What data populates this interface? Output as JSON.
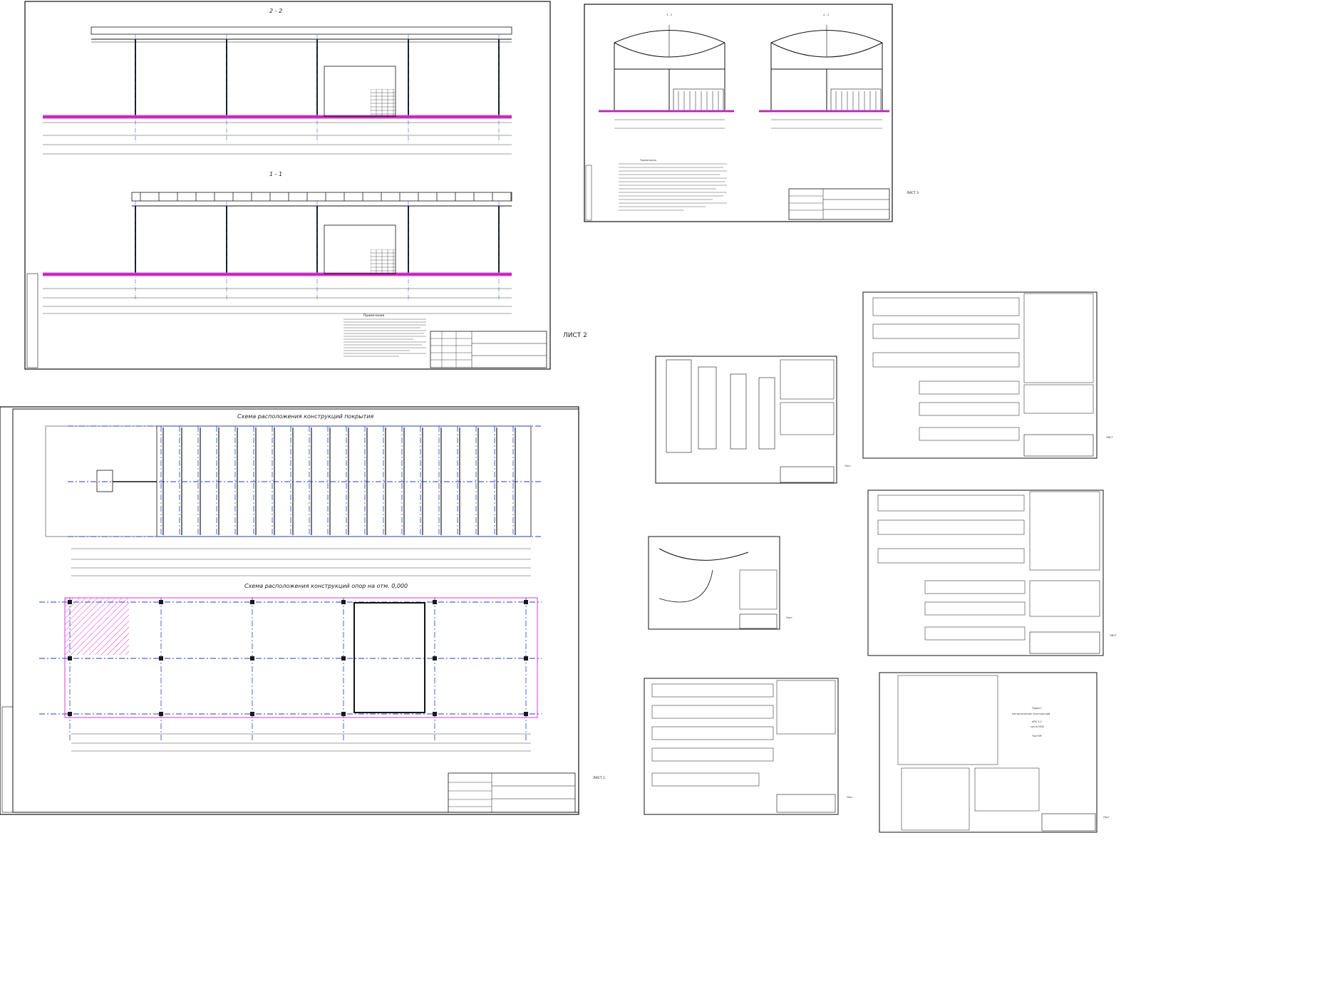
{
  "colors": {
    "line": "#1a1a1a",
    "axis": "#1f3fcc",
    "ground": "#e03ad8",
    "accent_red": "#d42020",
    "paper": "#ffffff"
  },
  "sheets": {
    "s1": {
      "label": "ЛИСТ 2",
      "title_a": "2 - 2",
      "title_b": "1 - 1",
      "notes_title": "Примечания"
    },
    "s2": {
      "label": "ЛИСТ 3",
      "title_a": "3 - 3",
      "title_b": "4 - 4",
      "notes_title": "Примечания"
    },
    "s3": {
      "label": "ЛИСТ 1",
      "title_a": "Схема расположения конструкций покрытия",
      "title_b": "Схема расположения конструкций опор на отм. 0,000"
    },
    "s4": {
      "label": "Лист"
    },
    "s5": {
      "label": "ЛИСТ"
    },
    "s6": {
      "label": "Лист"
    },
    "s7": {
      "label": "ЛИСТ"
    },
    "s8": {
      "label": "Лист"
    },
    "s9": {
      "label": "Лист"
    },
    "s10": {
      "title_1": "Проект",
      "title_2": "металлических конструкций",
      "title_3": "АРК 4.2",
      "title_4": "часть КМ2",
      "title_5": "Том КМ"
    }
  }
}
